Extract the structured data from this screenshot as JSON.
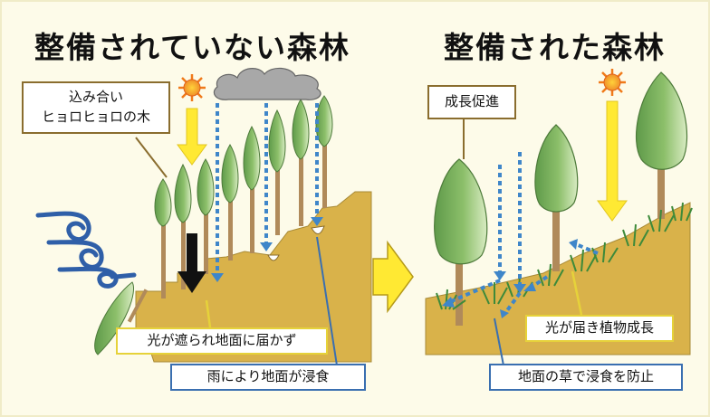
{
  "left_panel": {
    "title": "整備されていない森林",
    "callout_crowded": "込み合い\nヒョロヒョロの木",
    "callout_light": "光が遮られ地面に届かず",
    "callout_erosion": "雨により地面が浸食"
  },
  "right_panel": {
    "title": "整備された森林",
    "callout_growth": "成長促進",
    "callout_plants": "光が届き植物成長",
    "callout_grass": "地面の草で浸食を防止"
  },
  "colors": {
    "background": "#fdfbe9",
    "slope": "#d9b24a",
    "light_arrow": "#ffe933",
    "rain_arrow": "#3f86c9",
    "label_brown": "#8a6d2e",
    "label_yellow": "#e6d23a",
    "label_blue": "#3a6fb0"
  },
  "icons": [
    "sun-icon",
    "cloud-icon",
    "wind-icon",
    "fallen-tree-icon",
    "transition-arrow-icon"
  ]
}
